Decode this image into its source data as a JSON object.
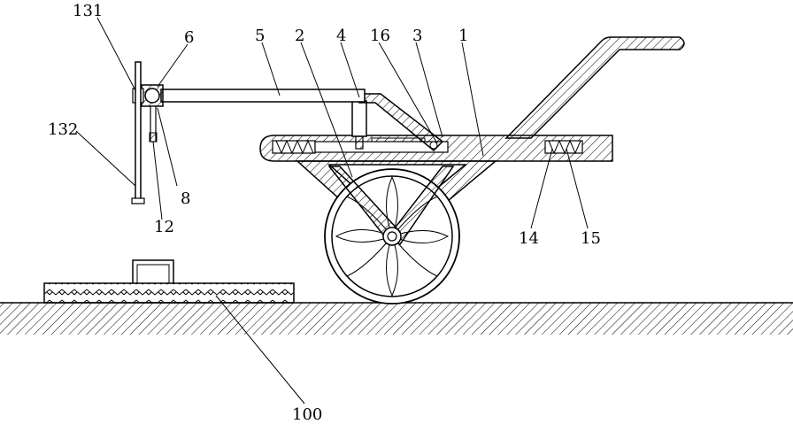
{
  "labels": {
    "l131": "131",
    "l6": "6",
    "l5": "5",
    "l2": "2",
    "l4": "4",
    "l16": "16",
    "l3": "3",
    "l1": "1",
    "l132": "132",
    "l8": "8",
    "l12": "12",
    "l14": "14",
    "l15": "15",
    "l100": "100"
  }
}
